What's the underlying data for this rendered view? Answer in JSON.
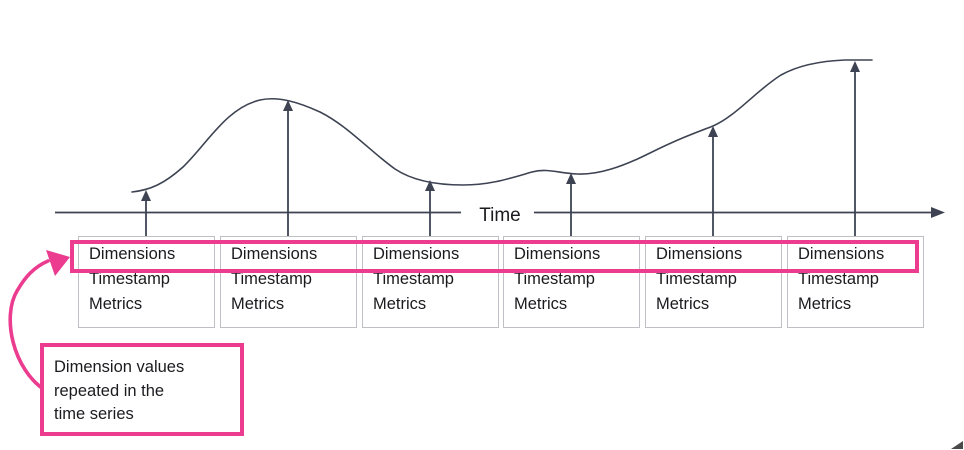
{
  "colors": {
    "accent_pink": "#EB3C90",
    "line_dark": "#3D4352",
    "box_border": "#BFBFC6",
    "text": "#1B1B1F",
    "background": "#FFFFFF"
  },
  "axis": {
    "label": "Time"
  },
  "records": [
    {
      "dimensions": "Dimensions",
      "timestamp": "Timestamp",
      "metrics": "Metrics"
    },
    {
      "dimensions": "Dimensions",
      "timestamp": "Timestamp",
      "metrics": "Metrics"
    },
    {
      "dimensions": "Dimensions",
      "timestamp": "Timestamp",
      "metrics": "Metrics"
    },
    {
      "dimensions": "Dimensions",
      "timestamp": "Timestamp",
      "metrics": "Metrics"
    },
    {
      "dimensions": "Dimensions",
      "timestamp": "Timestamp",
      "metrics": "Metrics"
    },
    {
      "dimensions": "Dimensions",
      "timestamp": "Timestamp",
      "metrics": "Metrics"
    }
  ],
  "annotation": {
    "lines": [
      "Dimension values",
      "repeated in the",
      "time series"
    ]
  }
}
